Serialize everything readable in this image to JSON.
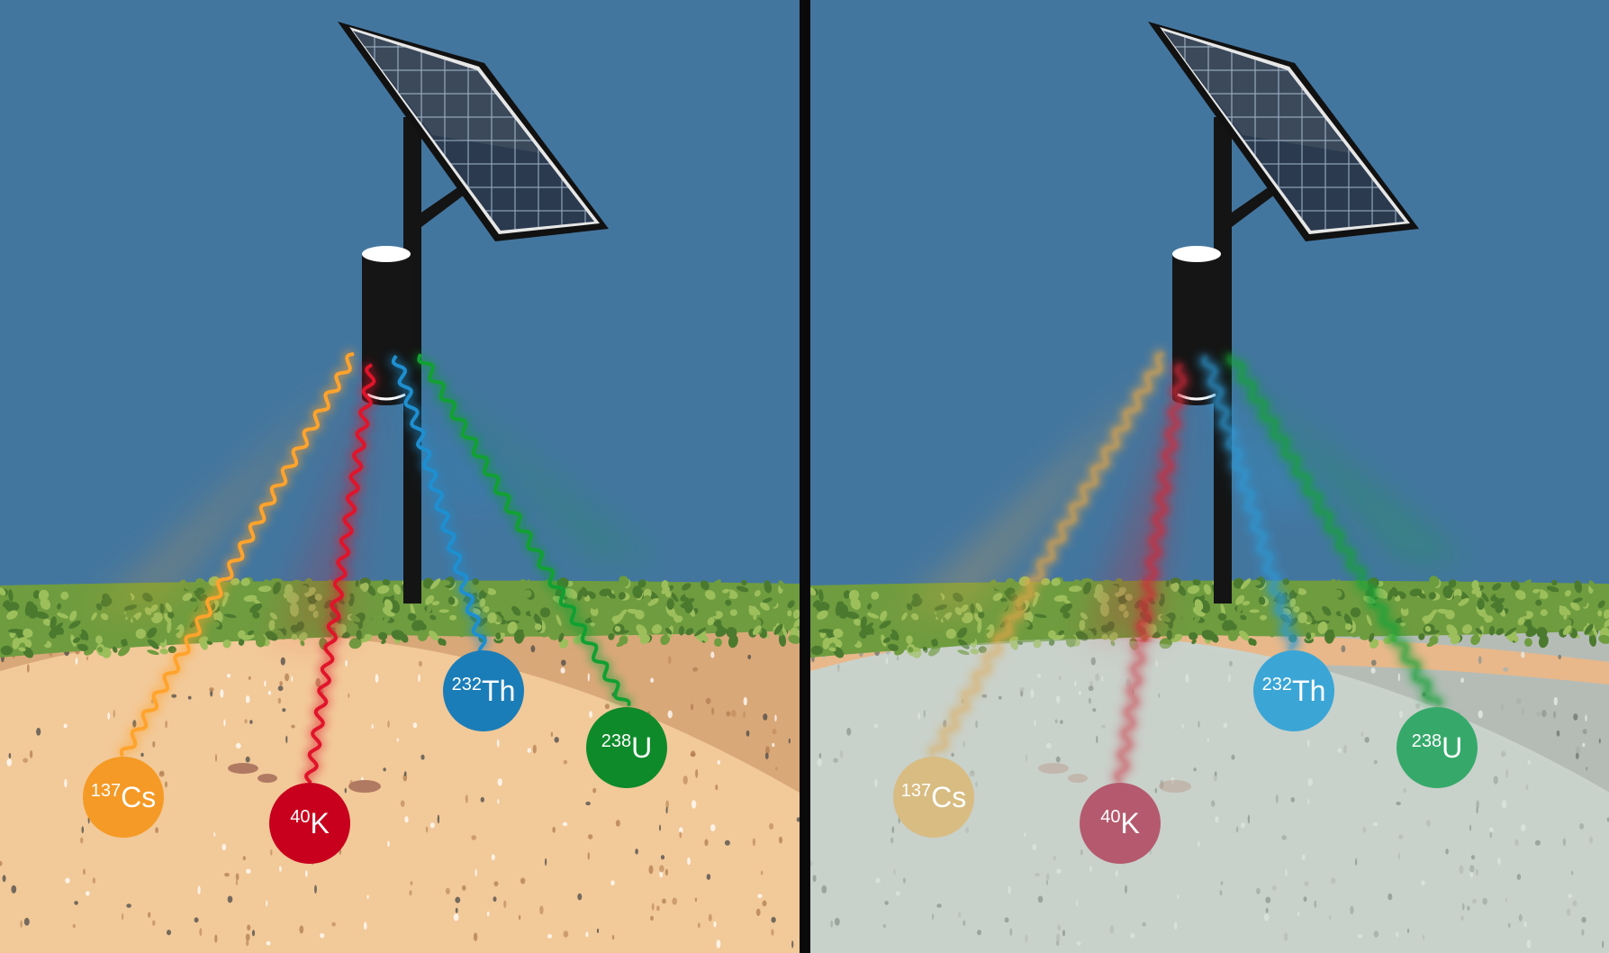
{
  "colors": {
    "sky": "#43769f",
    "divider": "#0a0a0a",
    "soil_dry_light": "#f2c999",
    "soil_dry_dark": "#d9a878",
    "soil_wet_light": "#c9d2cb",
    "soil_wet_dark": "#b5bcb6",
    "wet_topband": "#e8b88a",
    "grass_dark": "#4b7a2f",
    "grass_mid": "#6f9c3f",
    "grass_light": "#9cbf5c",
    "pole": "#141414",
    "panel_frame": "#111111",
    "panel_cell": "#2b3a4e",
    "detector": "#151515",
    "stones": "#b07a62"
  },
  "panels": [
    {
      "id": "dry",
      "soil": "dry",
      "sources": [
        {
          "id": "cs",
          "mass": "137",
          "symbol": "Cs",
          "color": "#f59a26",
          "wave": "#ffa32c"
        },
        {
          "id": "k",
          "mass": "40",
          "symbol": "K",
          "color": "#c8001e",
          "wave": "#e0142a"
        },
        {
          "id": "th",
          "mass": "232",
          "symbol": "Th",
          "color": "#1b7db8",
          "wave": "#1e8fd0"
        },
        {
          "id": "u",
          "mass": "238",
          "symbol": "U",
          "color": "#0e8a2a",
          "wave": "#11a032"
        }
      ]
    },
    {
      "id": "wet",
      "soil": "wet",
      "sources": [
        {
          "id": "cs",
          "mass": "137",
          "symbol": "Cs",
          "color": "#d8bc82",
          "wave": "#e2a548"
        },
        {
          "id": "k",
          "mass": "40",
          "symbol": "K",
          "color": "#b55a6e",
          "wave": "#d0293a"
        },
        {
          "id": "th",
          "mass": "232",
          "symbol": "Th",
          "color": "#3ba6d6",
          "wave": "#2d99d4"
        },
        {
          "id": "u",
          "mass": "238",
          "symbol": "U",
          "color": "#36a96a",
          "wave": "#15a237"
        }
      ]
    }
  ]
}
